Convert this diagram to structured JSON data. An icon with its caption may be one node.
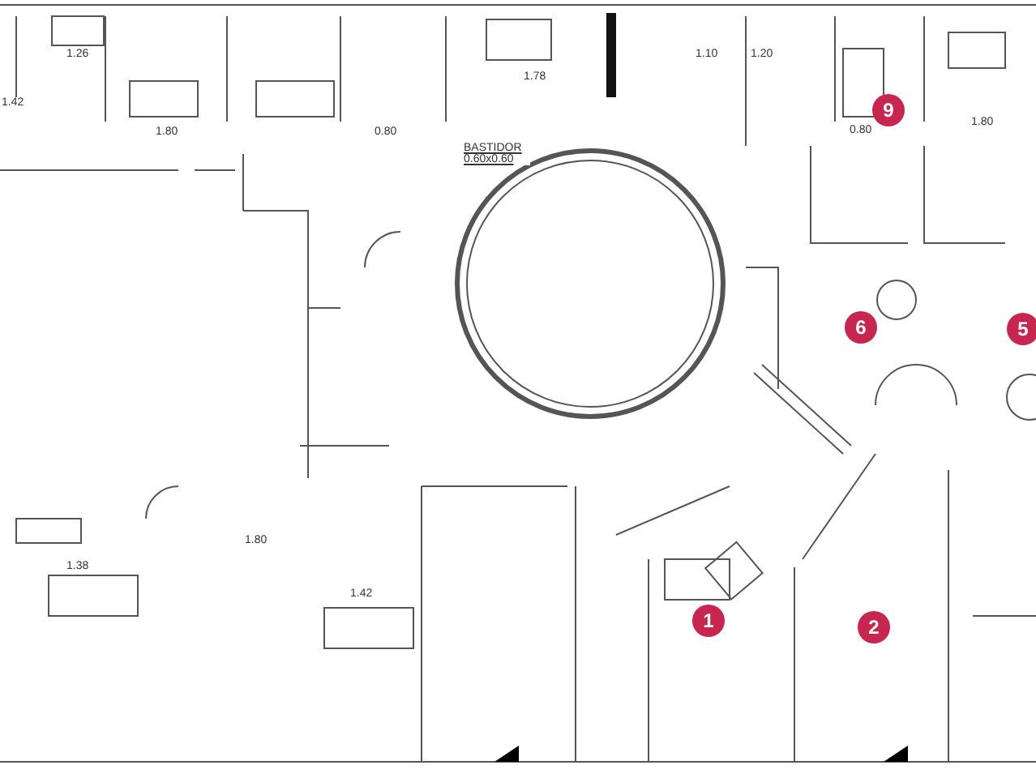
{
  "diagram": {
    "labels": [
      "1.26",
      "1.42",
      "1.80",
      "0.80",
      "1.78",
      "1.10",
      "1.20",
      "1.80",
      "0.80",
      "9",
      "BASTIDOR 0.60x0.60",
      "6",
      "5",
      "1.80",
      "1.38",
      "1.42",
      "1",
      "2"
    ]
  }
}
